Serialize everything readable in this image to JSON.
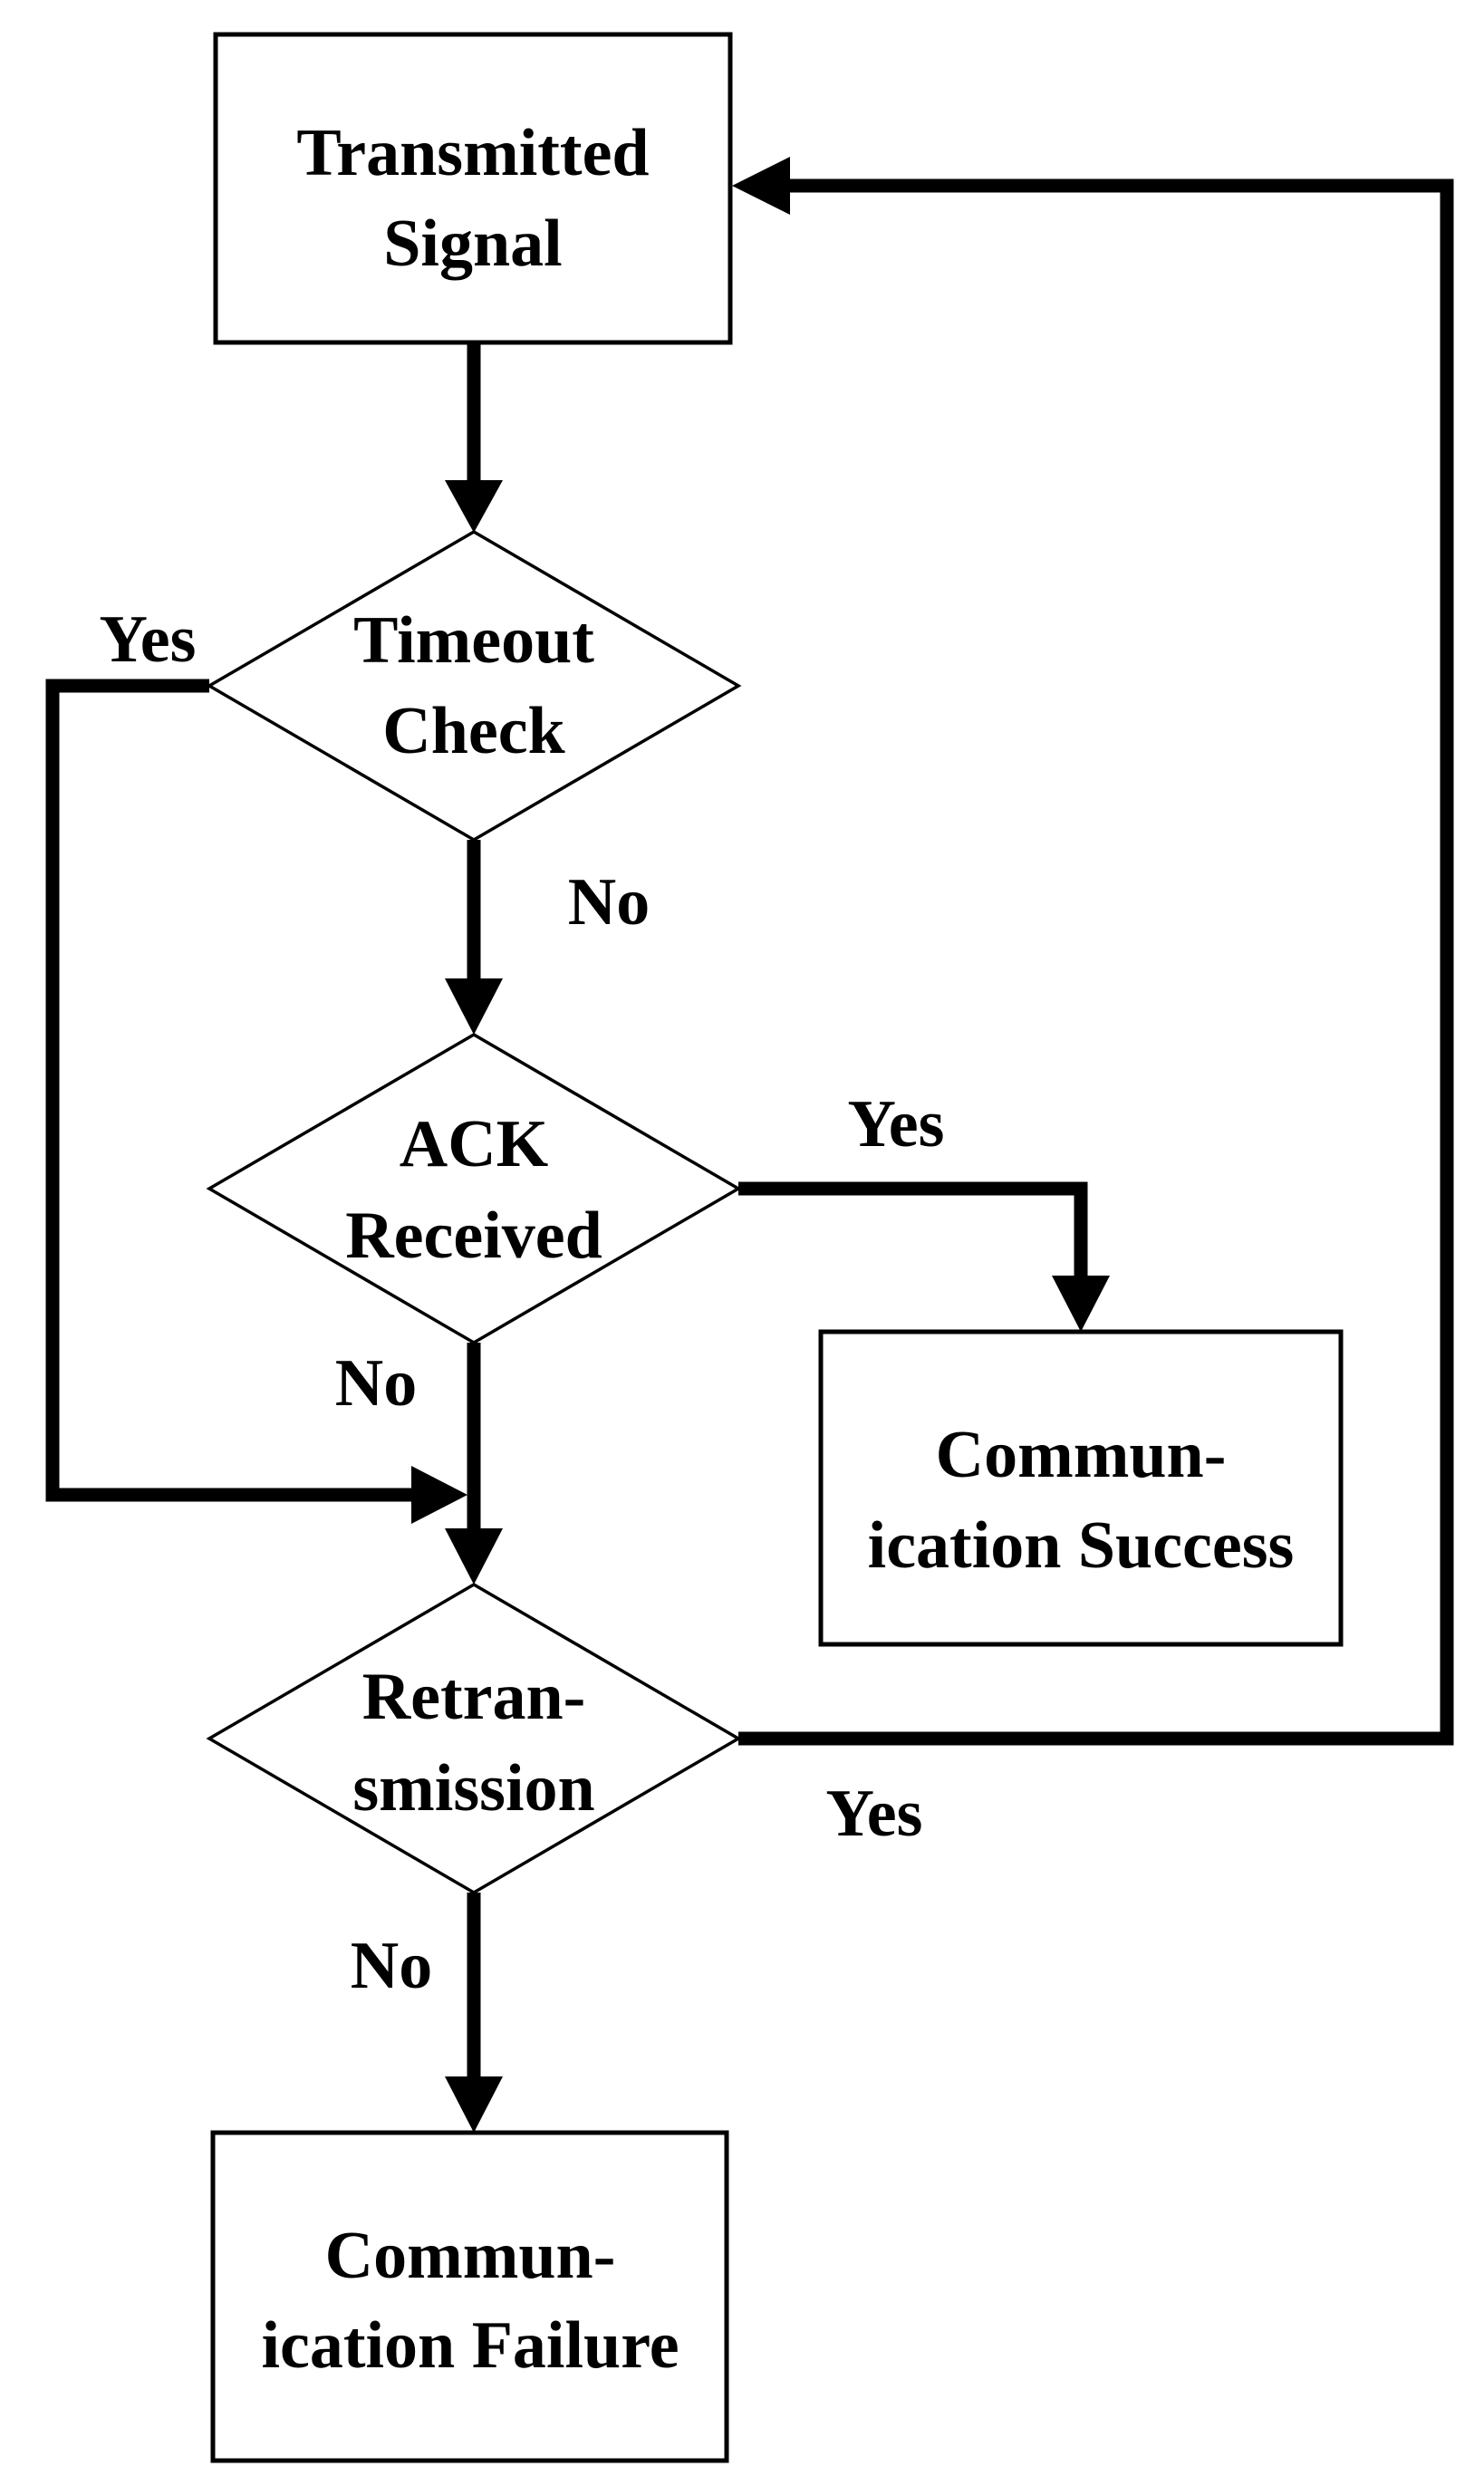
{
  "diagram": {
    "type": "flowchart",
    "colors": {
      "background": "#ffffff",
      "line": "#000000",
      "text": "#000000"
    },
    "nodes": {
      "transmitted_signal": {
        "shape": "rectangle",
        "lines": [
          "Transmitted",
          "Signal"
        ]
      },
      "timeout_check": {
        "shape": "diamond",
        "lines": [
          "Timeout",
          "Check"
        ]
      },
      "ack_received": {
        "shape": "diamond",
        "lines": [
          "ACK",
          "Received"
        ]
      },
      "communication_success": {
        "shape": "rectangle",
        "lines": [
          "Commun-",
          "ication Success"
        ]
      },
      "retransmission": {
        "shape": "diamond",
        "lines": [
          "Retran-",
          "smission"
        ]
      },
      "communication_failure": {
        "shape": "rectangle",
        "lines": [
          "Commun-",
          "ication Failure"
        ]
      }
    },
    "labels": {
      "timeout_yes": "Yes",
      "timeout_no": "No",
      "ack_yes": "Yes",
      "ack_no": "No",
      "retransmission_yes": "Yes",
      "retransmission_no": "No"
    },
    "connections": [
      {
        "from": "transmitted_signal",
        "to": "timeout_check",
        "label": ""
      },
      {
        "from": "timeout_check",
        "to": "retransmission",
        "label": "Yes",
        "route": "left-side-loop"
      },
      {
        "from": "timeout_check",
        "to": "ack_received",
        "label": "No"
      },
      {
        "from": "ack_received",
        "to": "communication_success",
        "label": "Yes"
      },
      {
        "from": "ack_received",
        "to": "retransmission",
        "label": "No"
      },
      {
        "from": "retransmission",
        "to": "transmitted_signal",
        "label": "Yes",
        "route": "right-side-loop"
      },
      {
        "from": "retransmission",
        "to": "communication_failure",
        "label": "No"
      }
    ]
  }
}
